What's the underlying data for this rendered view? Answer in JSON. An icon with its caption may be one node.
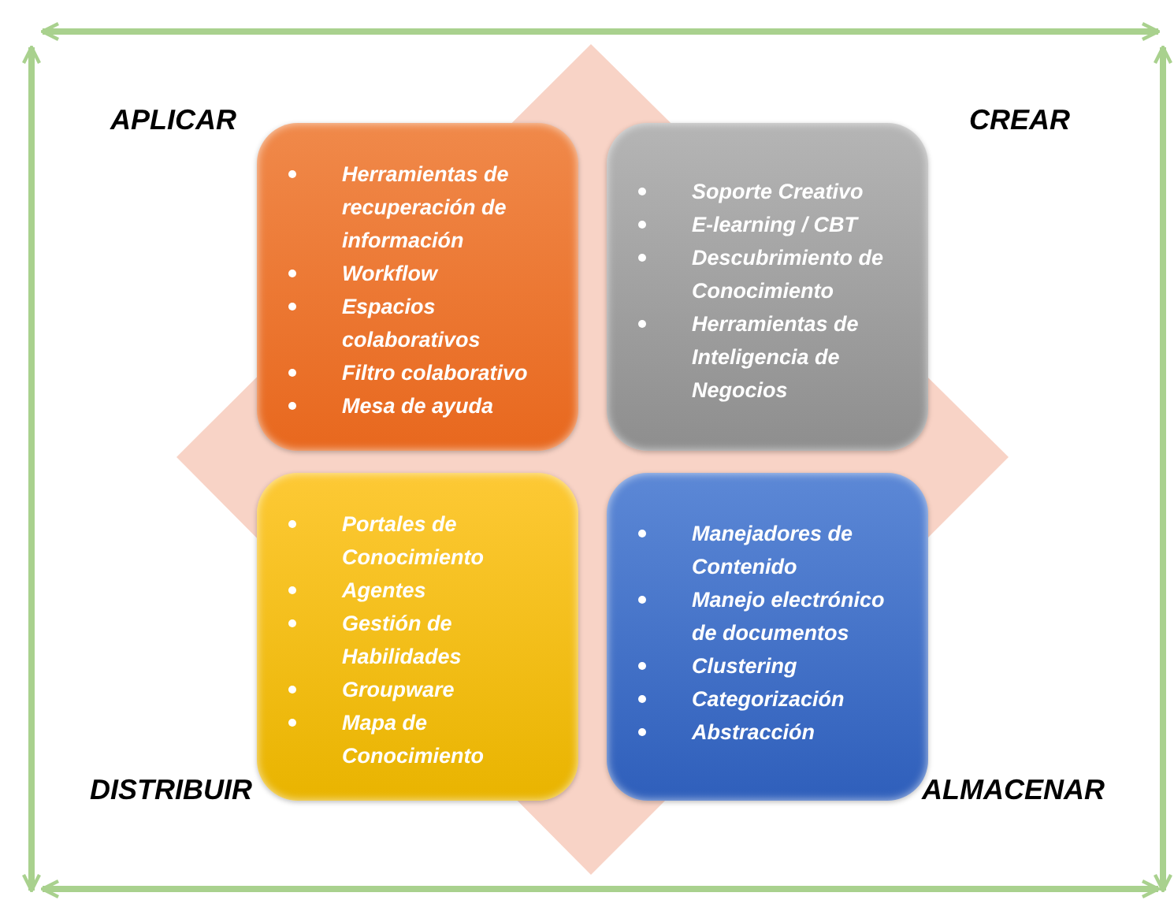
{
  "diagram": {
    "nodes": [
      {
        "text": [
          "Herramientas de recuperación de información",
          "Workflow",
          "Espacios colaborativos",
          "Filtro colaborativo",
          "Mesa de ayuda"
        ]
      },
      {
        "text": [
          "Soporte Creativo",
          "E-learning / CBT",
          "Descubrimiento de Conocimiento",
          "Herramientas de Inteligencia de Negocios"
        ]
      },
      {
        "text": [
          "Portales de Conocimiento",
          "Agentes",
          "Gestión de Habilidades",
          "Groupware",
          "Mapa de Conocimiento"
        ]
      },
      {
        "text": [
          "Manejadores de Contenido",
          "Manejo electrónico de documentos",
          "Clustering",
          "Categorización",
          "Abstracción"
        ]
      }
    ],
    "labels": [
      "APLICAR",
      "CREAR",
      "DISTRIBUIR",
      "ALMACENAR"
    ]
  }
}
